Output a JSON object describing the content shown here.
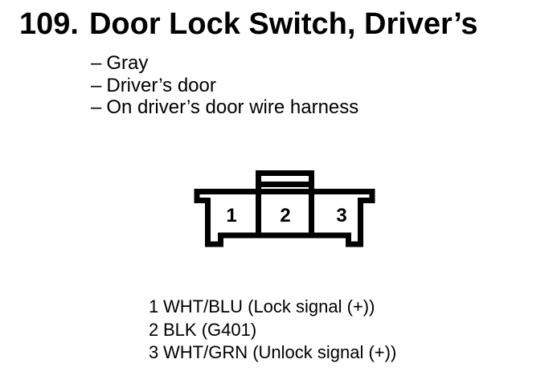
{
  "page": {
    "background": "#ffffff",
    "ink": "#000000"
  },
  "header": {
    "item_number": "109.",
    "title": "Door Lock Switch, Driver’s"
  },
  "details": {
    "items": [
      {
        "dash": "–",
        "text": "Gray"
      },
      {
        "dash": "–",
        "text": "Driver’s door"
      },
      {
        "dash": "–",
        "text": "On driver’s door wire harness"
      }
    ]
  },
  "connector": {
    "cavity_labels": [
      "1",
      "2",
      "3"
    ]
  },
  "pinout": {
    "rows": [
      {
        "pin": "1",
        "wire": "WHT/BLU (Lock signal (+))"
      },
      {
        "pin": "2",
        "wire": "BLK (G401)"
      },
      {
        "pin": "3",
        "wire": "WHT/GRN (Unlock signal (+))"
      }
    ]
  }
}
